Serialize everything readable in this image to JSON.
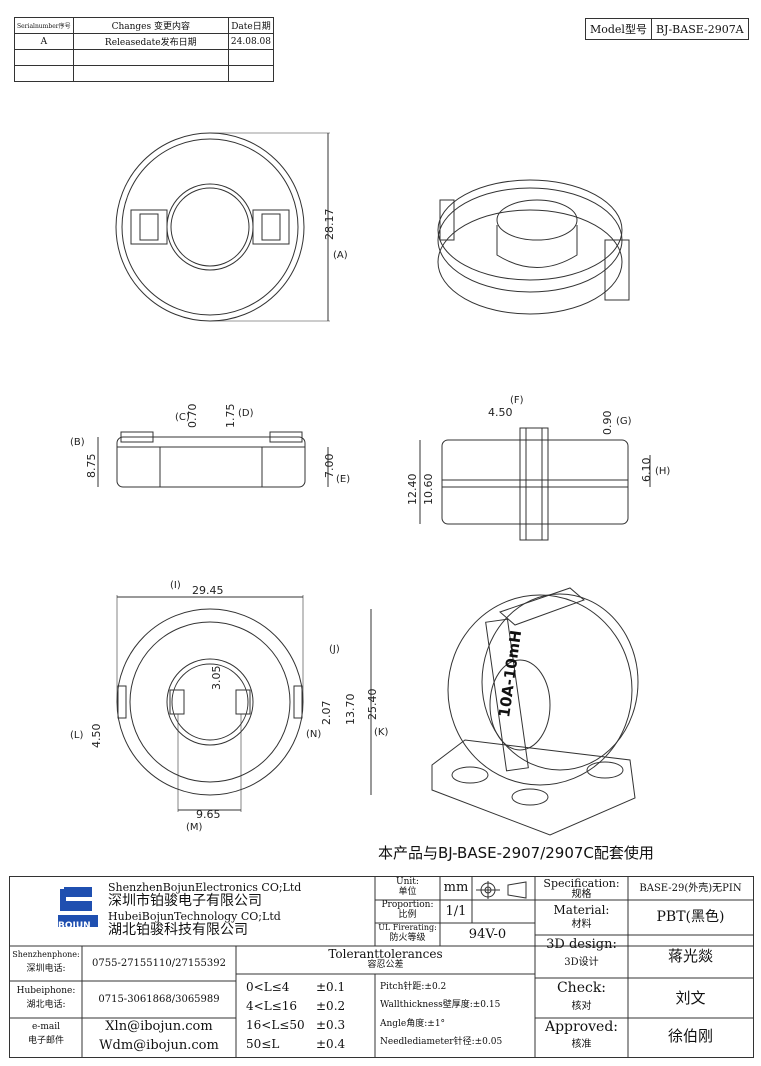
{
  "revision_table": {
    "headers": {
      "serial": "Serialnumber序号",
      "changes": "Changes 变更内容",
      "date": "Date日期"
    },
    "rows": [
      {
        "serial": "A",
        "changes": "Releasedate发布日期",
        "date": "24.08.08"
      }
    ]
  },
  "model": {
    "label": "Model型号",
    "value": "BJ-BASE-2907A"
  },
  "dimensions": {
    "d1": "28.17",
    "a": "(A)",
    "c_val": "0.70",
    "c": "(C)",
    "d_val": "1.75",
    "d": "(D)",
    "b": "(B)",
    "b_val": "8.75",
    "e_val": "7.00",
    "e": "(E)",
    "f": "(F)",
    "f_val": "4.50",
    "g_val": "0.90",
    "g": "(G)",
    "h1": "12.40",
    "h2": "10.60",
    "h_val": "6.10",
    "h": "(H)",
    "i": "(I)",
    "i_val": "29.45",
    "j": "(J)",
    "n_val": "3.05",
    "k_val": "25.40",
    "k": "(K)",
    "d13": "13.70",
    "n2": "2.07",
    "n": "(N)",
    "l": "(L)",
    "l_val": "4.50",
    "m_val": "9.65",
    "m": "(M)"
  },
  "coil_text": "10A-10mH",
  "notice": "本产品与BJ-BASE-2907/2907C配套使用",
  "title_block": {
    "logo_text": "BOJUN",
    "company_en1": "ShenzhenBojunElectronics CO;Ltd",
    "company_cn1": "深圳市铂骏电子有限公司",
    "company_en2": "HubeiBojunTechnology CO;Ltd",
    "company_cn2": "湖北铂骏科技有限公司",
    "unit_label": "Unit:",
    "unit_cn": "单位",
    "unit_value": "mm",
    "proportion_label": "Proportion:",
    "proportion_cn": "比例",
    "proportion_value": "1/1",
    "ul_label": "UL Firerating:",
    "ul_cn": "防火等级",
    "ul_value": "94V-0",
    "spec_label": "Specification:",
    "spec_cn": "规格",
    "spec_value": "BASE-29(外壳)无PIN",
    "material_label": "Material:",
    "material_cn": "材料",
    "material_value": "PBT(黑色)",
    "design_label": "3D design:",
    "design_cn": "3D设计",
    "design_value": "蒋光燚",
    "check_label": "Check:",
    "check_cn": "核对",
    "check_value": "刘文",
    "approved_label": "Approved:",
    "approved_cn": "核准",
    "approved_value": "徐伯刚",
    "sz_phone_label": "Shenzhenphone:",
    "sz_phone_cn": "深圳电话:",
    "sz_phone": "0755-27155110/27155392",
    "hb_phone_label": "Hubeiphone:",
    "hb_phone_cn": "湖北电话:",
    "hb_phone": "0715-3061868/3065989",
    "email_label": "e-mail",
    "email_cn": "电子邮件",
    "email1": "Xln@ibojun.com",
    "email2": "Wdm@ibojun.com",
    "tol_title": "Toleranttolerances",
    "tol_cn": "容忍公差",
    "tolerances": [
      {
        "range": "0<L≤4",
        "val": "±0.1"
      },
      {
        "range": "4<L≤16",
        "val": "±0.2"
      },
      {
        "range": "16<L≤50",
        "val": "±0.3"
      },
      {
        "range": "50≤L",
        "val": "±0.4"
      }
    ],
    "pitch": "Pitch针距:±0.2",
    "wall": "Wallthickness壁厚度:±0.15",
    "angle": "Angle角度:±1°",
    "needle": "Needlediameter针径:±0.05"
  }
}
